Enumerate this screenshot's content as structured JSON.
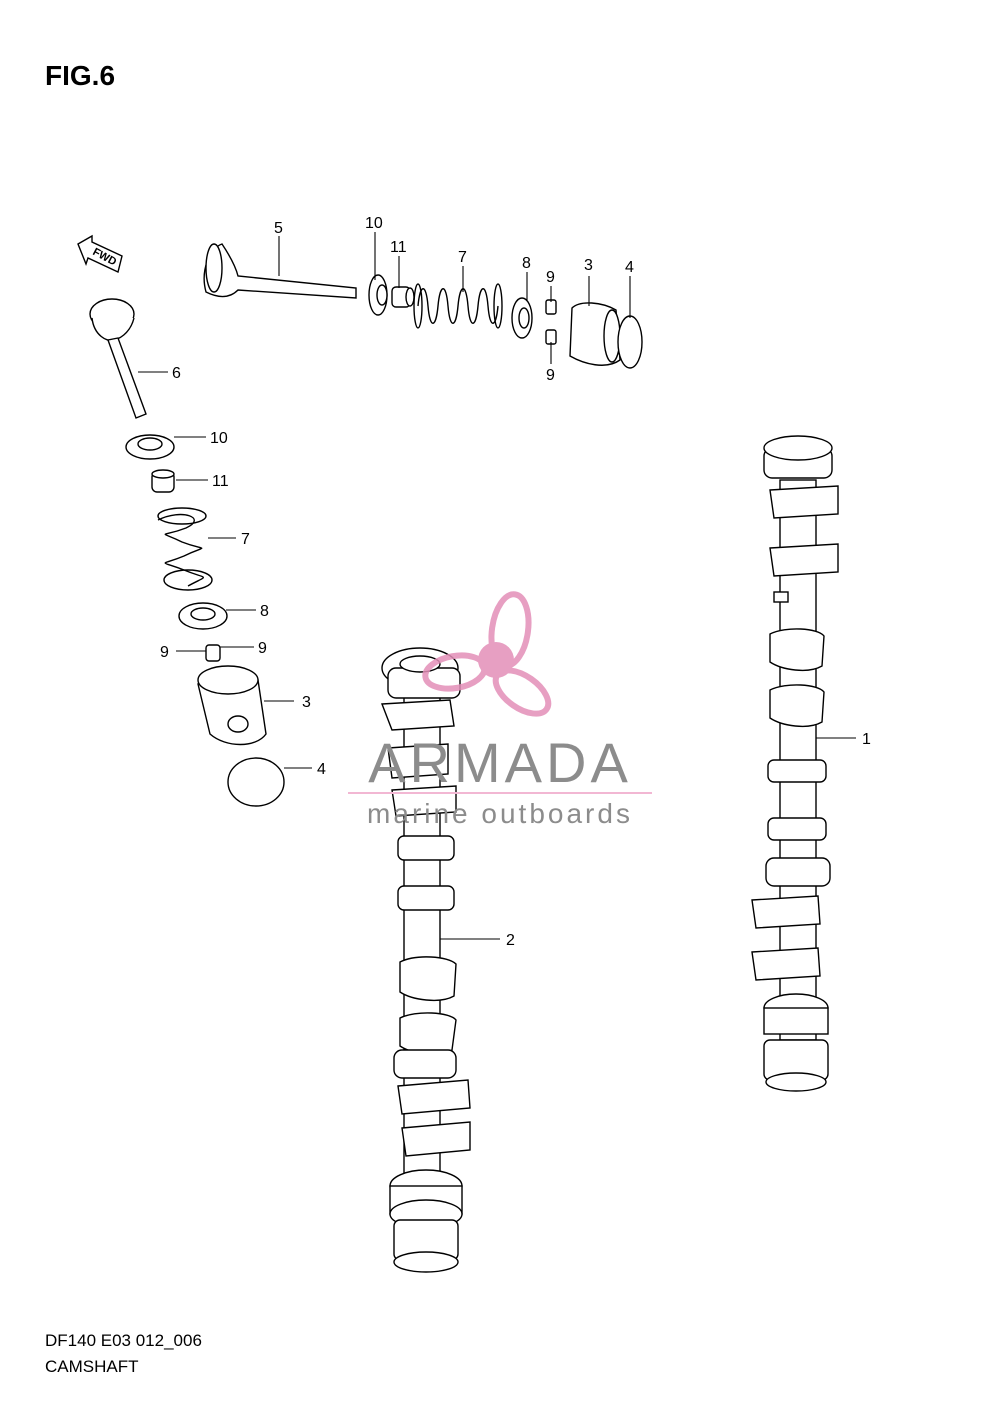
{
  "figure": {
    "title": "FIG.6"
  },
  "forward_arrow": {
    "label": "FWD"
  },
  "footer": {
    "code": "DF140 E03 012_006",
    "name": "CAMSHAFT"
  },
  "watermark": {
    "brand": "ARMADA",
    "tagline": "marine outboards",
    "colors": {
      "brand_text": "#8c8c8c",
      "logo_pink": "#e38fb8",
      "logo_pink_light": "#f2b7d3"
    }
  },
  "callouts": {
    "c5": "5",
    "c10a": "10",
    "c11a": "11",
    "c7a": "7",
    "c8a": "8",
    "c9a": "9",
    "c3a": "3",
    "c4a": "4",
    "c9b": "9",
    "c6": "6",
    "c10b": "10",
    "c11b": "11",
    "c7b": "7",
    "c8b": "8",
    "c9c": "9",
    "c9d": "9",
    "c3b": "3",
    "c4b": "4",
    "c1": "1",
    "c2": "2"
  }
}
